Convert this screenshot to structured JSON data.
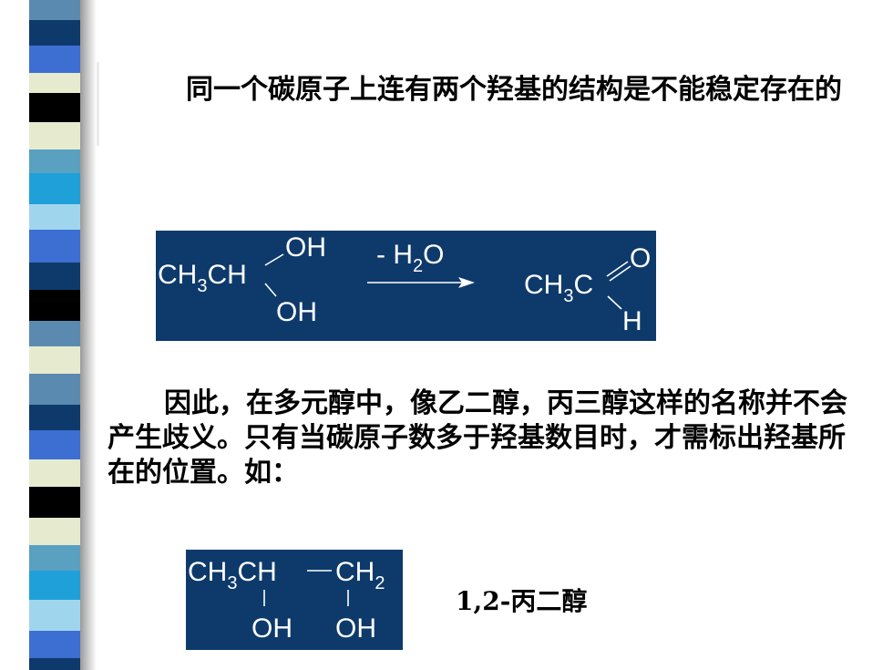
{
  "colors": {
    "formula_bg": "#0d3a6b",
    "stripes": [
      "#5b8ab0",
      "#0d3a6b",
      "#3d6ed2",
      "#e6ebd0",
      "#000000",
      "#e6ebd0",
      "#5aa0c0",
      "#1fa0d8",
      "#9fd6ee",
      "#3d6ed2",
      "#0d3a6b",
      "#000000",
      "#5b8ab0",
      "#e6ebd0"
    ]
  },
  "paragraph1": {
    "text": "同一个碳原子上连有两个羟基的结构是不能稳定存在的"
  },
  "reaction": {
    "reactant_main": "CH",
    "reactant_sub": "3",
    "reactant_tail": "CH",
    "oh_top": "OH",
    "oh_bottom": "OH",
    "arrow_label_prefix": "- H",
    "arrow_label_sub": "2",
    "arrow_label_suffix": "O",
    "product_main": "CH",
    "product_sub": "3",
    "product_tail": "C",
    "product_o": "O",
    "product_h": "H"
  },
  "paragraph2": {
    "text": "因此，在多元醇中，像乙二醇，丙三醇这样的名称并不会产生歧义。只有当碳原子数多于羟基数目时，才需标出羟基所在的位置。如："
  },
  "propanediol": {
    "c1": "CH",
    "c1_sub": "3",
    "c2": "CH",
    "c3": "CH",
    "c3_sub": "2",
    "oh1": "OH",
    "oh2": "OH",
    "name": "1,2-丙二醇"
  }
}
